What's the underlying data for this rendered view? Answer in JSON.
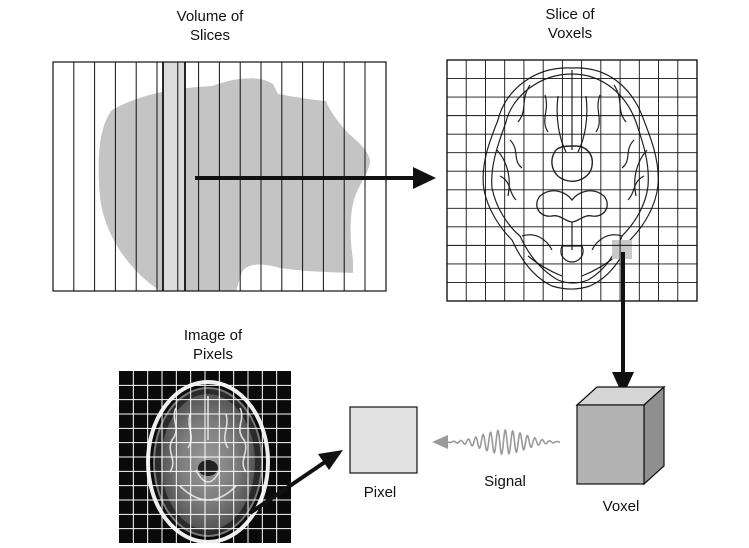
{
  "labels": {
    "volume_of_slices": "Volume of\nSlices",
    "slice_of_voxels": "Slice of\nVoxels",
    "image_of_pixels": "Image of\nPixels",
    "pixel": "Pixel",
    "signal": "Signal",
    "voxel": "Voxel"
  },
  "colors": {
    "line": "#111111",
    "head_silhouette": "#c4c4c4",
    "selected_slice": "#dcdcdc",
    "voxel_front": "#b3b3b3",
    "voxel_top": "#d6d6d6",
    "voxel_side": "#8f8f8f",
    "pixel_fill": "#e2e2e2",
    "signal_wave": "#9a9a9a",
    "mri_background": "#0a0a0a",
    "mri_grid": "#ffffff"
  },
  "icons": {
    "head": "head-profile-silhouette",
    "brain": "axial-brain-slice-drawing",
    "mri": "axial-mri-scan-image"
  }
}
